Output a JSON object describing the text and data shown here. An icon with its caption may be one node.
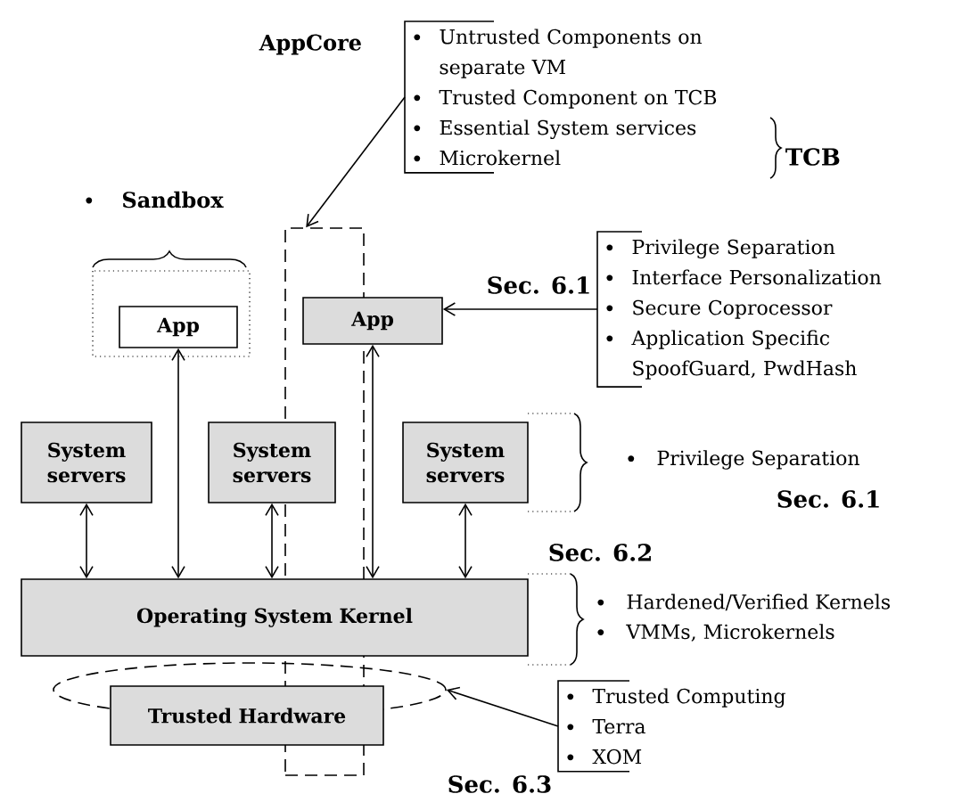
{
  "diagram": {
    "nodes": [
      {
        "text": [
          "AppCore",
          "Untrusted Components on separate VM",
          "Trusted Component on TCB",
          "Essential System services",
          "Microkernel"
        ],
        "beside": [
          "TCB"
        ]
      },
      {
        "text": [],
        "shape": "box"
      },
      {
        "text": [
          "App"
        ]
      },
      {
        "text": [
          "App"
        ]
      },
      {
        "text": [
          "Privilege Separation",
          "Interface Personalization",
          "Secure Coprocessor",
          "Application Specific SpoofGuard, PwdHash"
        ],
        "beside": [
          "Sec. 6.1"
        ]
      },
      {
        "text": [
          "System servers"
        ]
      },
      {
        "text": [
          "System servers"
        ]
      },
      {
        "text": [
          "System servers"
        ]
      },
      {
        "text": [
          "Operating System Kernel"
        ]
      },
      {
        "text": [
          "Trusted Hardware"
        ]
      },
      {
        "text": [],
        "shape": "ellipse"
      },
      {
        "text": [
          "Trusted Computing",
          "Terra",
          "XOM"
        ],
        "beside": [
          "Sec. 6.3"
        ]
      }
    ],
    "edges": [
      {
        "from": 0,
        "to": 1,
        "arrow": "to"
      },
      {
        "from": 4,
        "to": 3,
        "arrow": "to"
      },
      {
        "from": 2,
        "to": 8,
        "arrow": "both"
      },
      {
        "from": 3,
        "to": 8,
        "arrow": "both"
      },
      {
        "from": 5,
        "to": 8,
        "arrow": "both"
      },
      {
        "from": 6,
        "to": 8,
        "arrow": "both"
      },
      {
        "from": 7,
        "to": 8,
        "arrow": "both"
      },
      {
        "from": 11,
        "to": 10,
        "arrow": "to"
      }
    ],
    "labels": [
      "Sandbox",
      "Privilege Separation",
      "Sec. 6.1",
      "Sec. 6.2",
      "Hardened/Verified Kernels",
      "VMMs, Microkernels"
    ]
  }
}
